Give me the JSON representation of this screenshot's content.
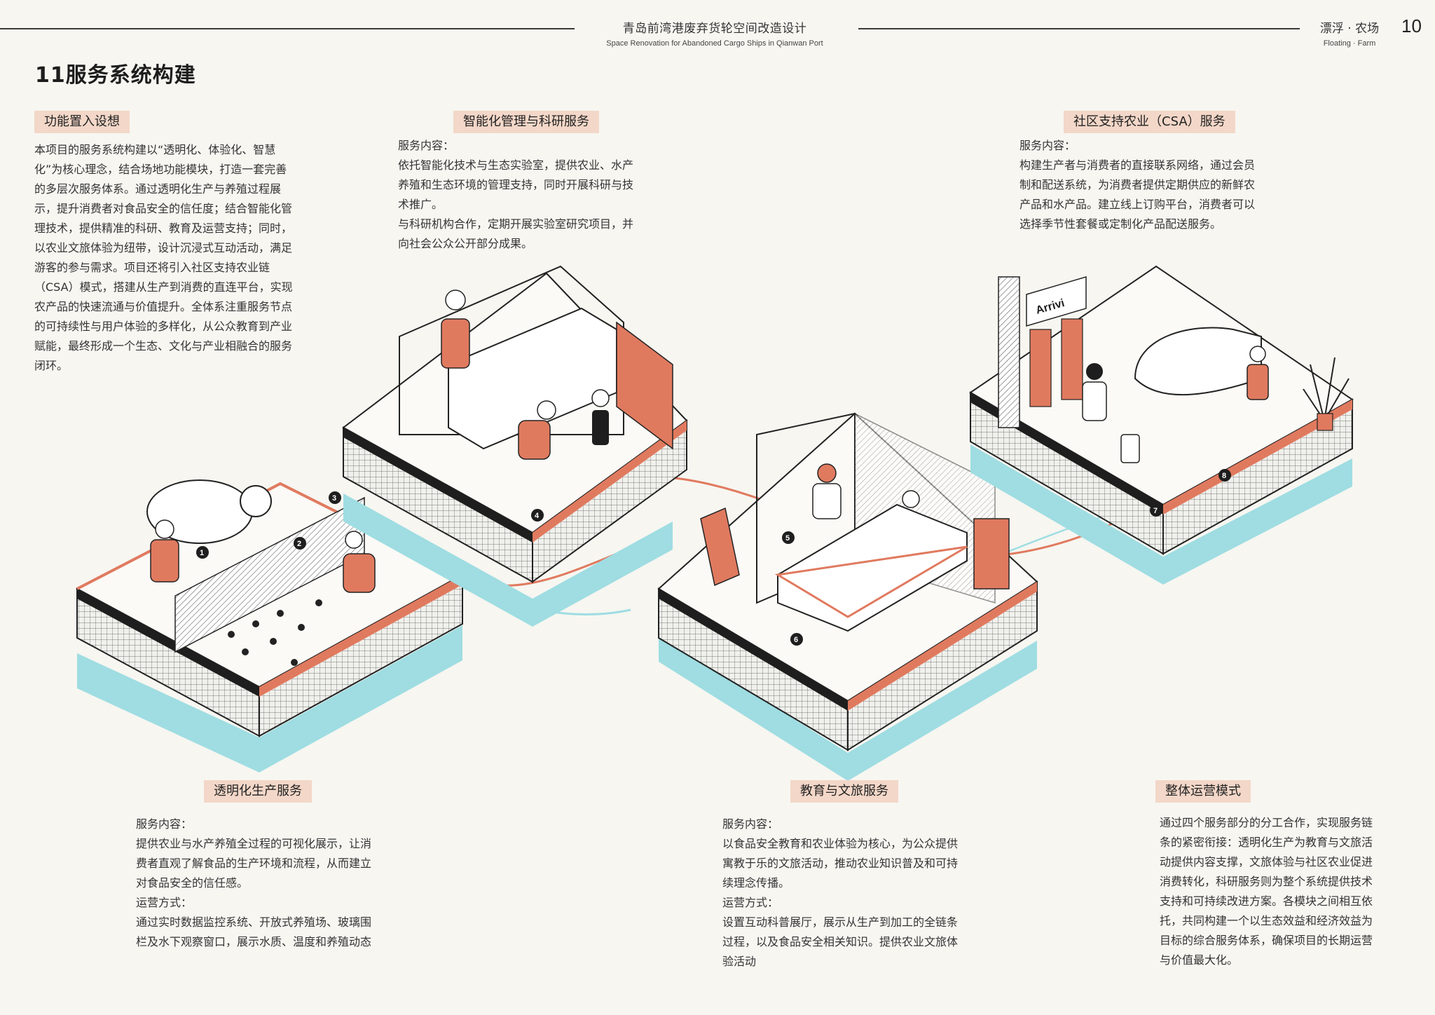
{
  "header": {
    "project_title_cn": "青岛前湾港废弃货轮空间改造设计",
    "project_title_en": "Space Renovation for Abandoned Cargo Ships in Qianwan Port",
    "section_cn": "漂浮 · 农场",
    "section_en": "Floating · Farm",
    "page_number": "10"
  },
  "page_title": "11服务系统构建",
  "intro": {
    "tag": "功能置入设想",
    "lines": [
      "本项目的服务系统构建以“透明化、体验化、智慧",
      "化”为核心理念，结合场地功能模块，打造一套完善",
      "的多层次服务体系。通过透明化生产与养殖过程展",
      "示，提升消费者对食品安全的信任度；结合智能化管",
      "理技术，提供精准的科研、教育及运营支持；同时，",
      "以农业文旅体验为纽带，设计沉浸式互动活动，满足",
      "游客的参与需求。项目还将引入社区支持农业链",
      "（CSA）模式，搭建从生产到消费的直连平台，实现",
      "农产品的快速流通与价值提升。全体系注重服务节点",
      "的可持续性与用户体验的多样化，从公众教育到产业",
      "赋能，最终形成一个生态、文化与产业相融合的服务",
      "闭环。"
    ]
  },
  "smart": {
    "tag": "智能化管理与科研服务",
    "lines": [
      "服务内容：",
      "依托智能化技术与生态实验室，提供农业、水产",
      "养殖和生态环境的管理支持，同时开展科研与技",
      "术推广。",
      "与科研机构合作，定期开展实验室研究项目，并",
      "向社会公众公开部分成果。"
    ]
  },
  "csa": {
    "tag": "社区支持农业（CSA）服务",
    "lines": [
      "服务内容：",
      "构建生产者与消费者的直接联系网络，通过会员",
      "制和配送系统，为消费者提供定期供应的新鲜农",
      "产品和水产品。建立线上订购平台，消费者可以",
      "选择季节性套餐或定制化产品配送服务。"
    ]
  },
  "transparent": {
    "tag": "透明化生产服务",
    "lines": [
      "服务内容：",
      "提供农业与水产养殖全过程的可视化展示，让消",
      "费者直观了解食品的生产环境和流程，从而建立",
      "对食品安全的信任感。",
      "运营方式：",
      "通过实时数据监控系统、开放式养殖场、玻璃围",
      "栏及水下观察窗口，展示水质、温度和养殖动态"
    ]
  },
  "education": {
    "tag": "教育与文旅服务",
    "lines": [
      "服务内容：",
      "以食品安全教育和农业体验为核心，为公众提供",
      "寓教于乐的文旅活动，推动农业知识普及和可持",
      "续理念传播。",
      "运营方式：",
      "设置互动科普展厅，展示从生产到加工的全链条",
      "过程，以及食品安全相关知识。提供农业文旅体",
      "验活动"
    ]
  },
  "operation": {
    "tag": "整体运营模式",
    "lines": [
      "通过四个服务部分的分工合作，实现服务链",
      "条的紧密衔接：透明化生产为教育与文旅活",
      "动提供内容支撑，文旅体验与社区农业促进",
      "消费转化，科研服务则为整个系统提供技术",
      "支持和可持续改进方案。各模块之间相互依",
      "托，共同构建一个以生态效益和经济效益为",
      "目标的综合服务体系，确保项目的长期运营",
      "与价值最大化。"
    ]
  },
  "illustration": {
    "arrival_sign": "Arrivi",
    "nodes": [
      "1",
      "2",
      "3",
      "4",
      "5",
      "6",
      "7",
      "8"
    ],
    "colors": {
      "accent": "#e07a5f",
      "water": "#9fdde2",
      "ink": "#1e1e1e",
      "tag_bg": "#f3d7c8"
    }
  }
}
